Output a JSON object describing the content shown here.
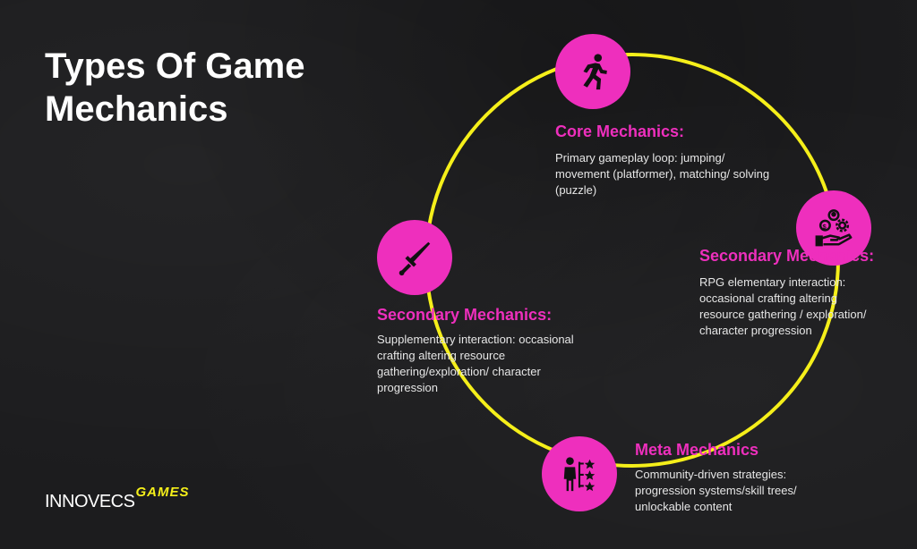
{
  "title": "Types Of Game Mechanics",
  "colors": {
    "accent": "#ee2fbd",
    "ring": "#f5ef1a",
    "background": "#1c1c1e",
    "text": "#ffffff"
  },
  "nodes": [
    {
      "icon": "running-person-icon",
      "heading": "Core Mechanics:",
      "text": "Primary gameplay loop: jumping/ movement (platformer), matching/ solving (puzzle)"
    },
    {
      "icon": "hand-coin-gear-icon",
      "heading": "Secondary Mechanics:",
      "text": "RPG elementary interaction: occasional crafting altering resource gathering / exploration/ character progression"
    },
    {
      "icon": "person-stars-icon",
      "heading": "Meta Mechanics",
      "text": "Community-driven strategies: progression systems/skill trees/ unlockable content"
    },
    {
      "icon": "sword-icon",
      "heading": "Secondary Mechanics:",
      "text": "Supplementary interaction: occasional crafting altering resource gathering/exploration/ character progression"
    }
  ],
  "logo": {
    "main": "INNOVECS",
    "sub": "GAMES"
  }
}
